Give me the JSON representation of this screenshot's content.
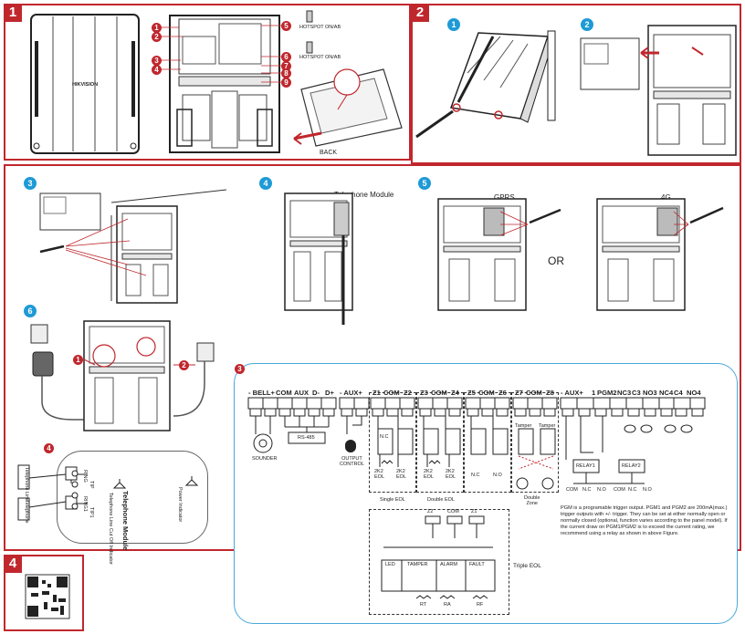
{
  "sections": {
    "s1": "1",
    "s2": "2",
    "s4": "4"
  },
  "steps": {
    "st1": "1",
    "st2": "2",
    "st3": "3",
    "st4": "4",
    "st5": "5",
    "st6": "6"
  },
  "sec1": {
    "brand": "HIKVISION",
    "callouts_left": [
      "1",
      "2",
      "3",
      "4"
    ],
    "callouts_right": [
      "5",
      "6",
      "7",
      "8",
      "9"
    ],
    "back_label": "BACK",
    "hotspot_top": "HOTSPOT  ON/AB",
    "hotspot_bottom": "HOTSPOT  ON/AB"
  },
  "step4": {
    "title": "Telephone Module"
  },
  "step5": {
    "gprs": "GPRS",
    "or": "OR",
    "lte": "4G"
  },
  "step6": {
    "c1": "1",
    "c2": "2"
  },
  "telephone_module": {
    "badge": "4",
    "title": "Telephone Module",
    "power": "Power Indicator",
    "line_cut": "Telephone Line Cut Off Indicator",
    "port_line": "Telephone Line",
    "port_phone": "Telephone",
    "pins": [
      "RING",
      "TIP",
      "RING1",
      "TIP1"
    ]
  },
  "wiring": {
    "badge": "3",
    "terminals": [
      "- BELL+",
      "COM",
      "AUX",
      "D-",
      "D+",
      "- AUX+",
      "Z1",
      "COM",
      "Z2",
      "Z3",
      "COM",
      "Z4",
      "Z5",
      "COM",
      "Z6",
      "Z7",
      "COM",
      "Z8",
      "- AUX+",
      "1",
      "PGM2",
      "NC3",
      "C3",
      "NO3",
      "NC4",
      "C4",
      "NO4"
    ],
    "sounder": "SOUNDER",
    "rs485": "RS-485",
    "output_control": "OUTPUT\nCONTROL",
    "single_eol": "Single EOL",
    "double_eol": "Double EOL",
    "double_zone": "Double\nZone",
    "triple_eol": "Triple EOL",
    "nc": "N.C",
    "no": "N.O",
    "eol_2k2": "2K2\nEOL",
    "tamper": "Tamper",
    "relay1": "RELAY1",
    "relay2": "RELAY2",
    "com": "COM",
    "triple_labels": {
      "z2": "Z2",
      "com": "COM",
      "z1": "Z1",
      "led": "LED",
      "tamper": "TAMPER",
      "alarm": "ALARM",
      "fault": "FAULT",
      "rt": "RT",
      "ra": "RA",
      "rf": "RF"
    },
    "note": "PGM is a programable trigger output. PGM1 and PGM2 are 200mA(max.) trigger outputs with +/- trigger. They can be set at either normally open or normally closed (optional, function varies according to the panel model). If the current draw on PGM1/PGM2 is to exceed the current rating, we recommend using a relay as shown in above Figure."
  },
  "colors": {
    "accent": "#c0272d",
    "step": "#1e9ad6",
    "panel": "#2a2a2a"
  }
}
